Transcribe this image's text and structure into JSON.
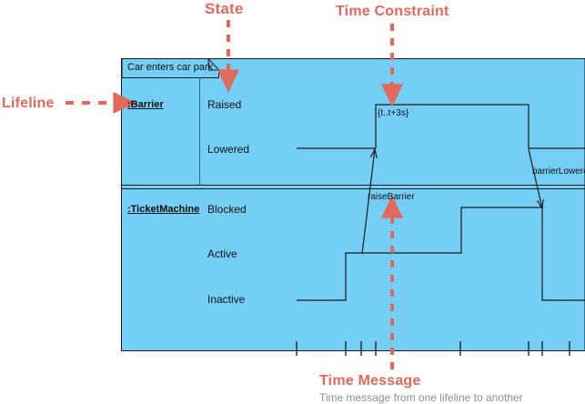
{
  "annotations": {
    "state": "State",
    "time_constraint": "Time Constraint",
    "lifeline": "Lifeline",
    "time_message": "Time Message",
    "time_message_sub": "Time message from one lifeline to another"
  },
  "diagram": {
    "note": "Car enters car park",
    "lifelines": [
      {
        "name": ":Barrier",
        "states": [
          "Raised",
          "Lowered"
        ]
      },
      {
        "name": ":TicketMachine",
        "states": [
          "Blocked",
          "Active",
          "Inactive"
        ]
      }
    ],
    "time_constraint": "{t..t+3s}",
    "messages": [
      "raiseBarrier",
      "barrierLowered"
    ]
  },
  "colors": {
    "fill": "#74cef5",
    "accent": "#e0685d",
    "stroke": "#1a1a1a",
    "subtext": "#8a8f94"
  },
  "chart_data": {
    "type": "line",
    "title": "",
    "xlabel": "",
    "ylabel": "",
    "grid": false,
    "series": [
      {
        "name": ":Barrier",
        "categories": [
          "Raised",
          "Lowered"
        ],
        "points": [
          {
            "t": 326,
            "state": "Lowered"
          },
          {
            "t": 413,
            "state": "Lowered"
          },
          {
            "t": 413,
            "state": "Raised"
          },
          {
            "t": 581,
            "state": "Raised"
          },
          {
            "t": 581,
            "state": "Lowered"
          },
          {
            "t": 643,
            "state": "Lowered"
          }
        ]
      },
      {
        "name": ":TicketMachine",
        "categories": [
          "Blocked",
          "Active",
          "Inactive"
        ],
        "points": [
          {
            "t": 326,
            "state": "Inactive"
          },
          {
            "t": 380,
            "state": "Inactive"
          },
          {
            "t": 380,
            "state": "Active"
          },
          {
            "t": 507,
            "state": "Active"
          },
          {
            "t": 507,
            "state": "Blocked"
          },
          {
            "t": 596,
            "state": "Blocked"
          },
          {
            "t": 596,
            "state": "Inactive"
          },
          {
            "t": 643,
            "state": "Inactive"
          }
        ]
      }
    ],
    "ticks": [
      326,
      380,
      397,
      413,
      430,
      506,
      581,
      596,
      626
    ]
  }
}
